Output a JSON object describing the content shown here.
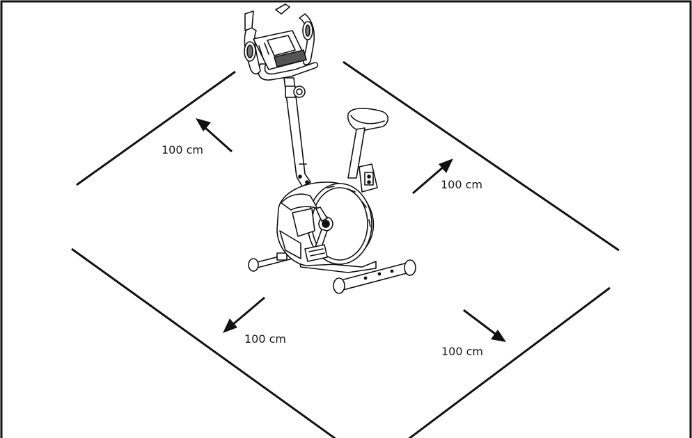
{
  "clearance_labels": {
    "top_left": "100 cm",
    "top_right": "100 cm",
    "bottom_left": "100 cm",
    "bottom_right": "100 cm"
  },
  "colors": {
    "line": "#111111",
    "background": "#ffffff"
  },
  "icons": [
    "exercise-bike-illustration",
    "arrow-up-left-icon",
    "arrow-up-right-icon",
    "arrow-down-left-icon",
    "arrow-down-right-icon"
  ]
}
